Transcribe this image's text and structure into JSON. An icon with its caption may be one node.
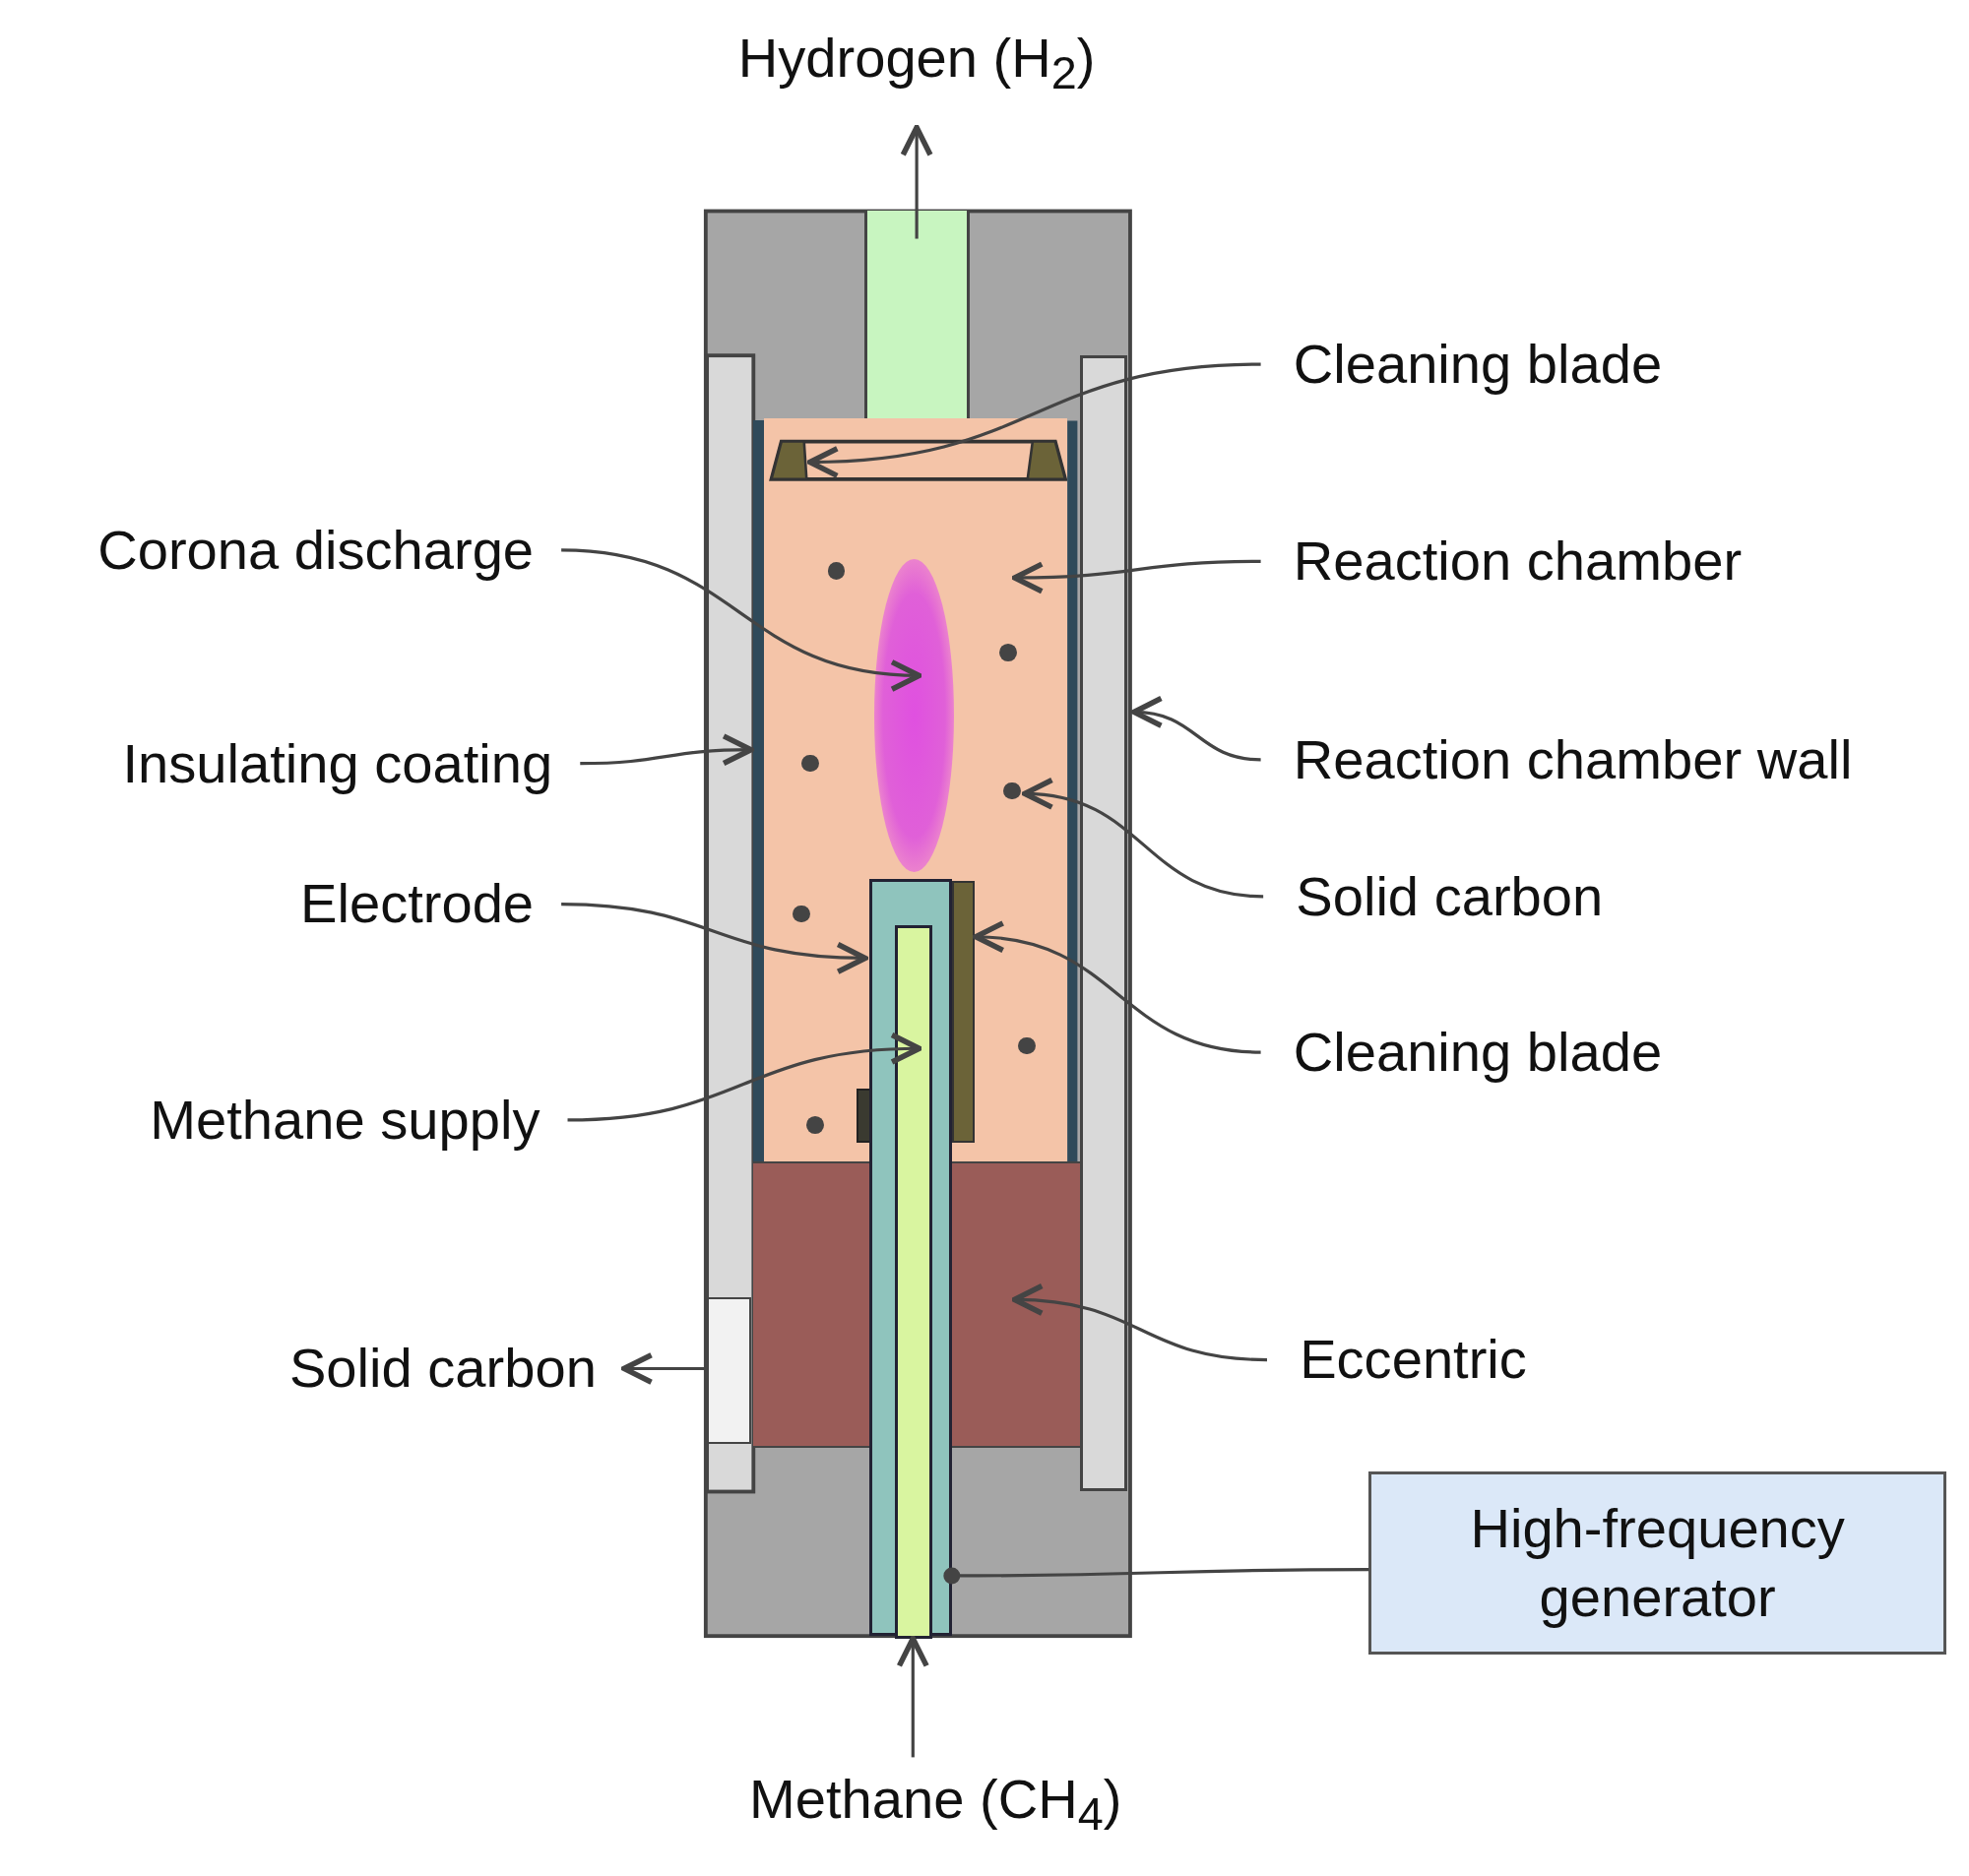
{
  "diagram": {
    "nodes": [
      {
        "text": [
          "Hydrogen (H$_{2}$)"
        ]
      },
      {
        "text": [],
        "shape": "box"
      },
      {
        "text": [
          "Cleaning blade"
        ]
      },
      {
        "text": [],
        "shape": "box",
        "in": 7
      },
      {
        "text": [
          "Corona discharge"
        ]
      },
      {
        "text": [],
        "shape": "ellipse",
        "in": 7
      },
      {
        "text": [
          "Reaction chamber"
        ]
      },
      {
        "text": [],
        "shape": "box"
      },
      {
        "text": [
          "Insulating coating"
        ]
      },
      {
        "text": [],
        "shape": "bar"
      },
      {
        "text": [
          "Reaction chamber wall"
        ]
      },
      {
        "text": [],
        "shape": "bar"
      },
      {
        "text": [
          "Solid carbon"
        ]
      },
      {
        "text": [],
        "shape": "circle",
        "in": 7
      },
      {
        "text": [
          "Electrode"
        ]
      },
      {
        "text": [],
        "shape": "bar"
      },
      {
        "text": [
          "Cleaning blade"
        ]
      },
      {
        "text": [],
        "shape": "bar",
        "in": 7
      },
      {
        "text": [
          "Methane supply"
        ]
      },
      {
        "text": [],
        "shape": "bar",
        "in": 15
      },
      {
        "text": [
          "Solid carbon"
        ]
      },
      {
        "text": [],
        "shape": "box"
      },
      {
        "text": [
          "Eccentric"
        ]
      },
      {
        "text": [],
        "shape": "box"
      },
      {
        "text": [
          "High-frequency generator"
        ]
      },
      {
        "text": [
          "Methane (CH$_{4}$)"
        ]
      }
    ],
    "edges": [
      {
        "from": 1,
        "to": 0,
        "arrow": "to"
      },
      {
        "from": 2,
        "to": 3,
        "arrow": "to"
      },
      {
        "from": 4,
        "to": 5,
        "arrow": "to"
      },
      {
        "from": 6,
        "to": 7,
        "arrow": "to"
      },
      {
        "from": 8,
        "to": 9,
        "arrow": "to"
      },
      {
        "from": 10,
        "to": 11,
        "arrow": "to"
      },
      {
        "from": 12,
        "to": 13,
        "arrow": "to"
      },
      {
        "from": 14,
        "to": 15,
        "arrow": "to"
      },
      {
        "from": 16,
        "to": 17,
        "arrow": "to"
      },
      {
        "from": 18,
        "to": 19,
        "arrow": "to"
      },
      {
        "from": 21,
        "to": 20,
        "arrow": "to"
      },
      {
        "from": 22,
        "to": 23,
        "arrow": "to"
      },
      {
        "from": 24,
        "to": 15,
        "arrow": "other"
      },
      {
        "from": 25,
        "to": 19,
        "arrow": "to"
      }
    ]
  }
}
